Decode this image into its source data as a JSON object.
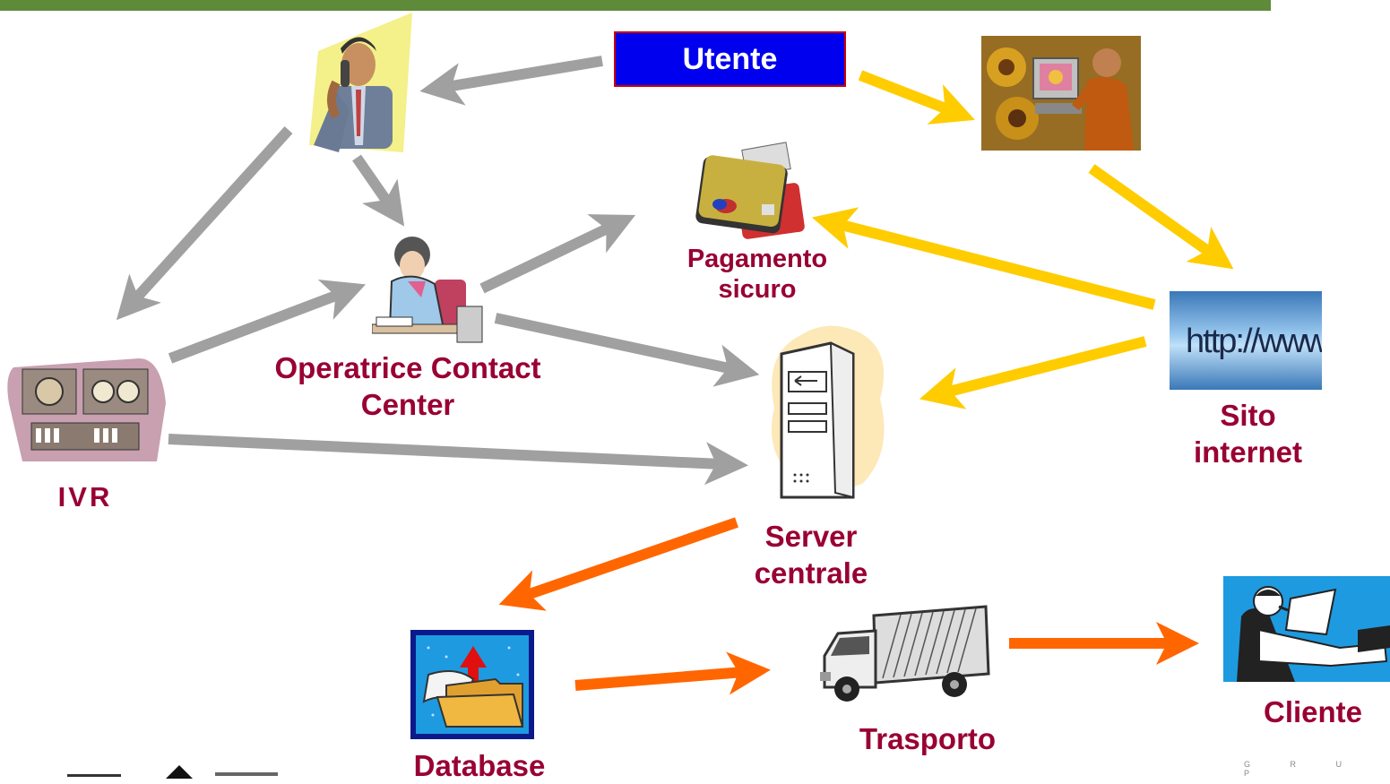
{
  "colors": {
    "topbar": "#5f8a3a",
    "arrow_gray": "#a0a0a0",
    "arrow_yellow": "#ffcc00",
    "arrow_orange": "#ff6600",
    "label_text": "#990033",
    "utente_bg": "#0000ee"
  },
  "nodes": {
    "utente": "Utente",
    "pagamento": "Pagamento\nsicuro",
    "operatrice": "Operatrice Contact\nCenter",
    "ivr": "IVR",
    "server": "Server\ncentrale",
    "sito": "Sito\ninternet",
    "database": "Database",
    "trasporto": "Trasporto",
    "cliente": "Cliente"
  },
  "icons": {
    "phone_man": "man-on-phone-icon",
    "computer_user": "person-at-computer-icon",
    "credit_cards": "credit-cards-icon",
    "operator": "operator-woman-icon",
    "ivr_machine": "tape-machine-icon",
    "server": "server-tower-icon",
    "http": "http-browser-icon",
    "database": "database-folder-icon",
    "truck": "delivery-truck-icon",
    "client": "relaxing-man-icon"
  },
  "http_text": "http://www",
  "footer": "G R U P"
}
